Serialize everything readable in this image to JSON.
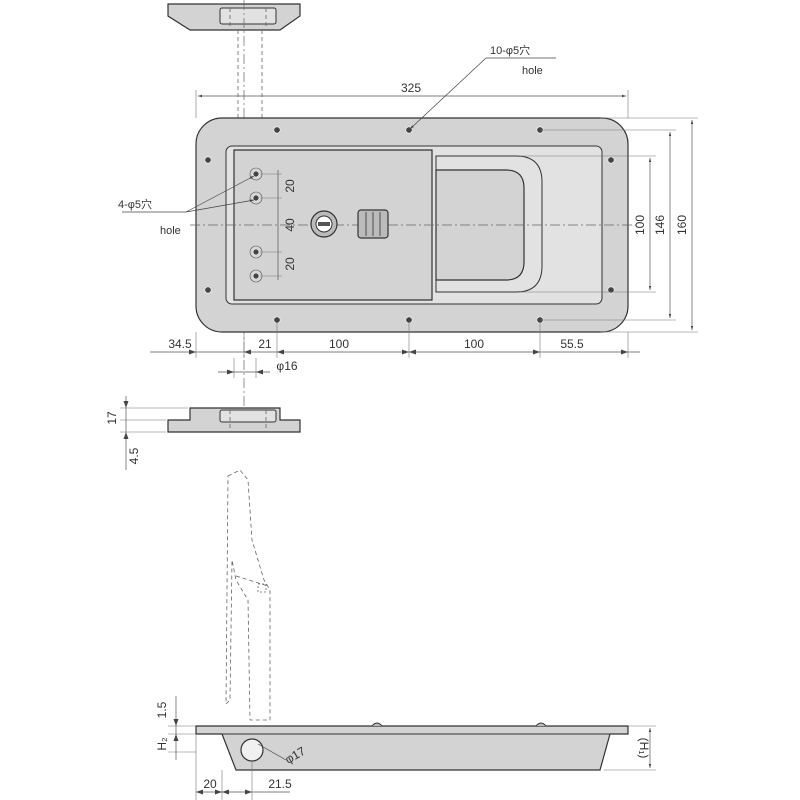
{
  "labels": {
    "top_holes_callout": "10-φ5穴",
    "top_holes_hole": "hole",
    "side_holes_callout": "4-φ5穴",
    "side_holes_hole": "hole"
  },
  "dimensions": {
    "overall_width": "325",
    "height_100": "100",
    "height_146": "146",
    "height_160": "160",
    "vert_20_top": "20",
    "vert_40": "40",
    "vert_20_bottom": "20",
    "horiz_34_5": "34.5",
    "horiz_21": "21",
    "horiz_100_left": "100",
    "horiz_100_right": "100",
    "horiz_55_5": "55.5",
    "diameter_16": "φ16",
    "side_17": "17",
    "side_4_5": "4.5",
    "bottom_1_5": "1.5",
    "bottom_h2": "H₂",
    "bottom_h1": "(H₁)",
    "bottom_phi17": "φ17",
    "bottom_20": "20",
    "bottom_21_5": "21.5"
  },
  "colors": {
    "part_fill": "#d3d3d3",
    "line": "#333333"
  }
}
